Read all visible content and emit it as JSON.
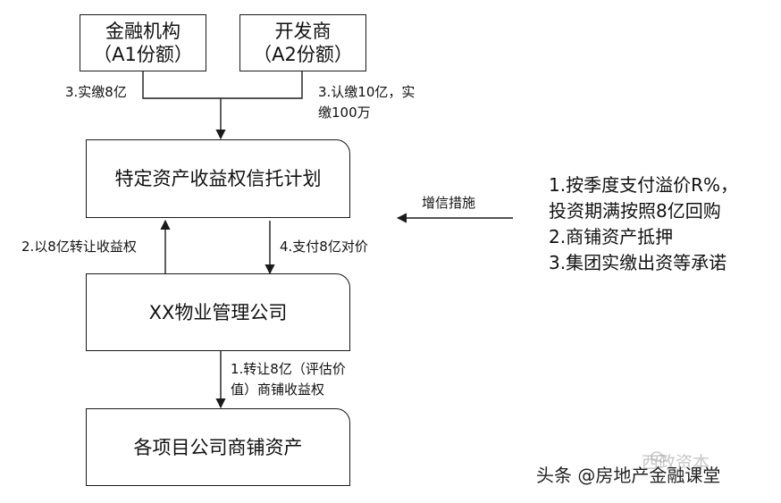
{
  "boxes": {
    "financial": {
      "line1": "金融机构",
      "line2": "（A1份额）"
    },
    "developer": {
      "line1": "开发商",
      "line2": "（A2份额）"
    },
    "trust": {
      "title": "特定资产收益权信托计划"
    },
    "property_mgmt": {
      "title": "XX物业管理公司"
    },
    "project_assets": {
      "title": "各项目公司商铺资产"
    }
  },
  "labels": {
    "paid_8": "3.实缴8亿",
    "subscribe_line1": "3.认缴10亿，实",
    "subscribe_line2": "缴100万",
    "transfer_8": "2.以8亿转让收益权",
    "pay_8": "4.支付8亿对价",
    "transfer_line1": "1.转让8亿（评估价",
    "transfer_line2": "值）商铺收益权",
    "credit_enhance": "增信措施"
  },
  "side_notes": [
    "1.按季度支付溢价R%，",
    "投资期满按照8亿回购",
    "2.商铺资产抵押",
    "3.集团实缴出资等承诺"
  ],
  "watermark": {
    "text": "头条 @房地产金融课堂",
    "faded_text": "西政资本"
  }
}
